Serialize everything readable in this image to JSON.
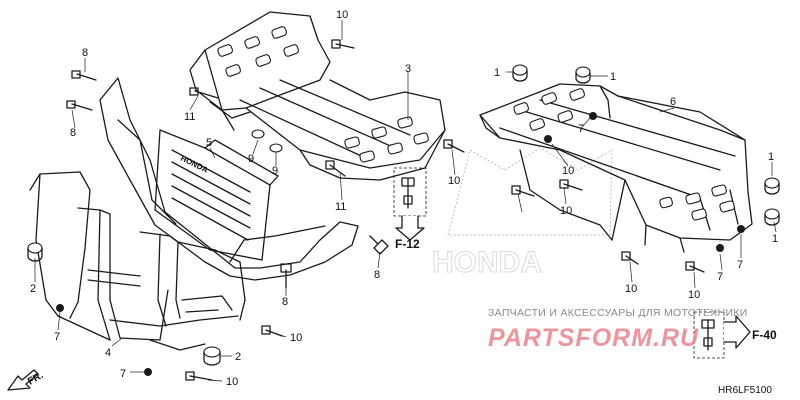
{
  "diagram": {
    "code": "HR6LF5100",
    "front_label": "FR.",
    "ref_f12": "F-12",
    "ref_f40": "F-40",
    "callouts": [
      {
        "id": "c10-top",
        "text": "10"
      },
      {
        "id": "c3",
        "text": "3"
      },
      {
        "id": "c8-a",
        "text": "8"
      },
      {
        "id": "c8-b",
        "text": "8"
      },
      {
        "id": "c11-a",
        "text": "11"
      },
      {
        "id": "c5",
        "text": "5"
      },
      {
        "id": "c9-a",
        "text": "9"
      },
      {
        "id": "c9-b",
        "text": "9"
      },
      {
        "id": "c10-mid",
        "text": "10"
      },
      {
        "id": "c11-b",
        "text": "11"
      },
      {
        "id": "c8-c",
        "text": "8"
      },
      {
        "id": "c8-d",
        "text": "8"
      },
      {
        "id": "c2-a",
        "text": "2"
      },
      {
        "id": "c7-a",
        "text": "7"
      },
      {
        "id": "c4",
        "text": "4"
      },
      {
        "id": "c7-b",
        "text": "7"
      },
      {
        "id": "c10-b1",
        "text": "10"
      },
      {
        "id": "c10-b2",
        "text": "10"
      },
      {
        "id": "c2-b",
        "text": "2"
      },
      {
        "id": "c1-a",
        "text": "1"
      },
      {
        "id": "c1-b",
        "text": "1"
      },
      {
        "id": "c6",
        "text": "6"
      },
      {
        "id": "c7-c",
        "text": "7"
      },
      {
        "id": "c10-r1",
        "text": "10"
      },
      {
        "id": "c10-r2",
        "text": "10"
      },
      {
        "id": "c1-c",
        "text": "1"
      },
      {
        "id": "c1-d",
        "text": "1"
      },
      {
        "id": "c7-d",
        "text": "7"
      },
      {
        "id": "c7-e",
        "text": "7"
      },
      {
        "id": "c10-r3",
        "text": "10"
      },
      {
        "id": "c10-r4",
        "text": "10"
      }
    ]
  },
  "watermark": {
    "caption": "ЗАПЧАСТИ И АКСЕССУАРЫ ДЛЯ МОТОТЕХНИКИ",
    "brand": "PARTSFORM.RU",
    "logo_word": "HONDA"
  }
}
